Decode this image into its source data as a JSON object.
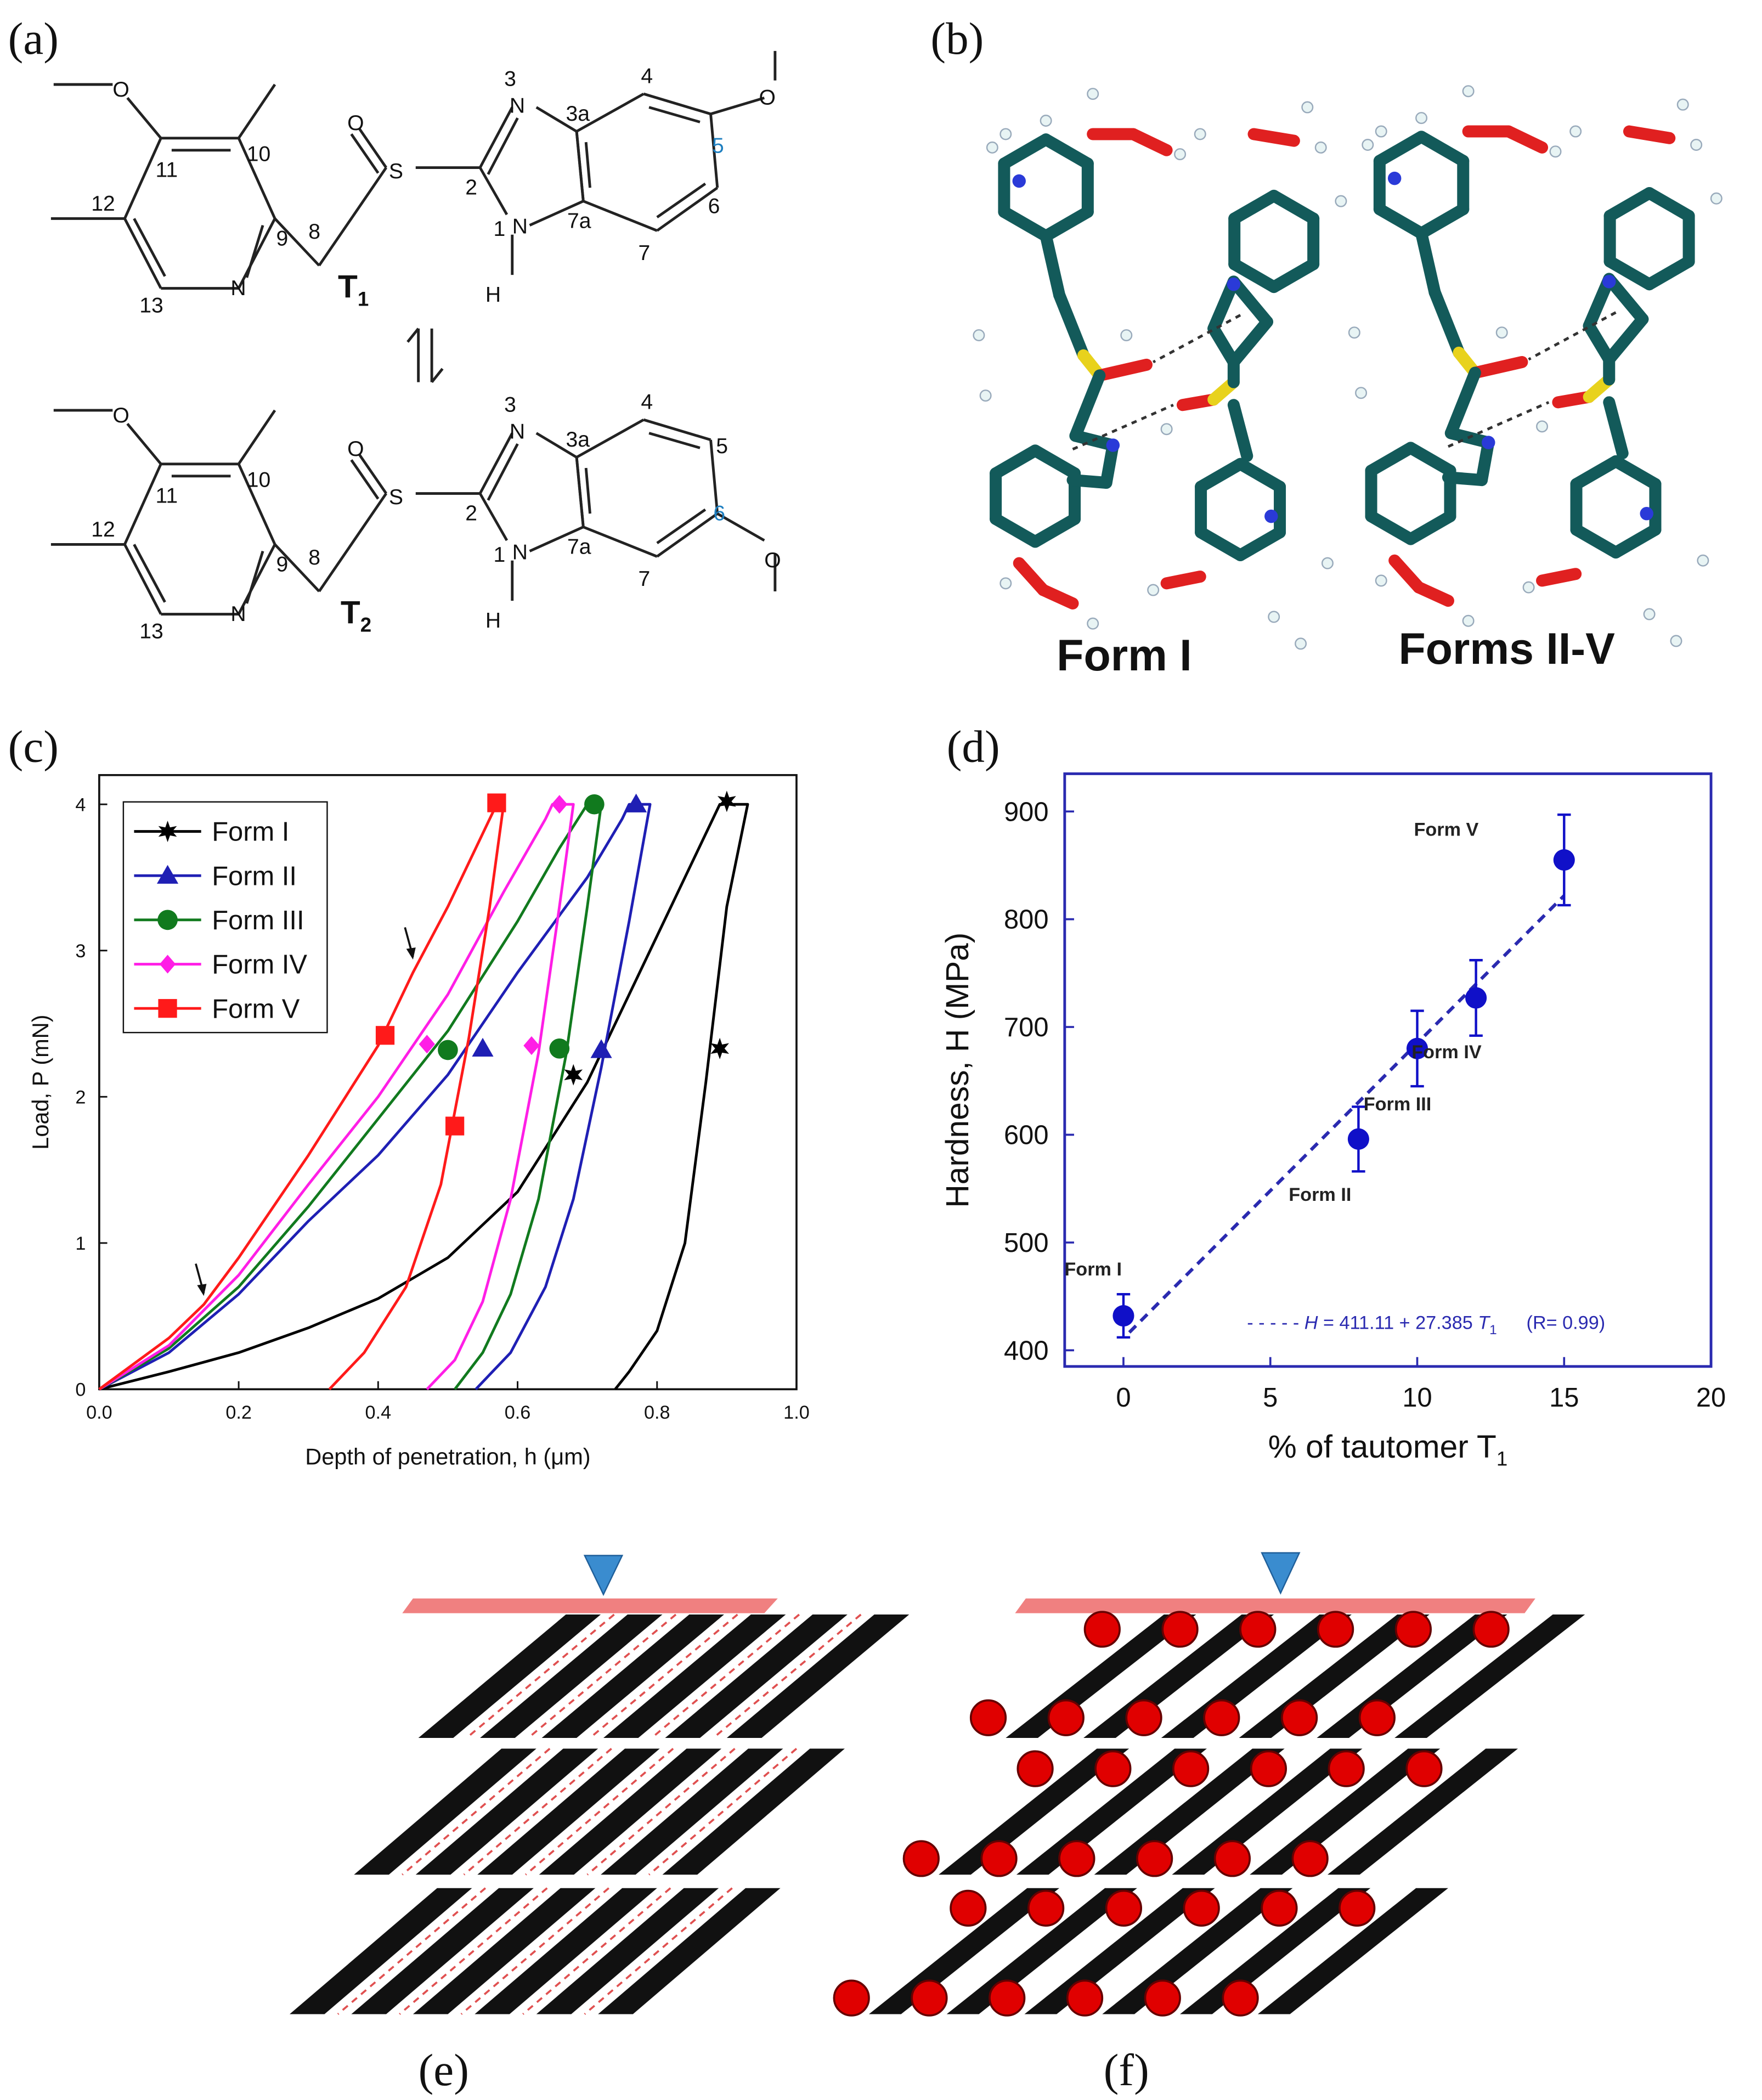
{
  "panel_labels": {
    "a": "(a)",
    "b": "(b)",
    "c": "(c)",
    "d": "(d)",
    "e": "(e)",
    "f": "(f)"
  },
  "panel_a": {
    "tautomer1": {
      "label": "T",
      "sub": "1"
    },
    "tautomer2": {
      "label": "T",
      "sub": "2"
    },
    "atoms": {
      "n3": "N",
      "n1": "N",
      "n_pyr": "N",
      "s": "S",
      "o": "O",
      "h": "H",
      "o_meo_pyr": "O",
      "o_meo_bz": "O"
    },
    "numbers": {
      "n3": "3",
      "n1": "1",
      "c2": "2",
      "c3a": "3a",
      "c7a": "7a",
      "c4": "4",
      "c5": "5",
      "c6": "6",
      "c7": "7",
      "c8": "8",
      "c9": "9",
      "c10": "10",
      "c11": "11",
      "c12": "12",
      "c13": "13"
    }
  },
  "panel_b": {
    "caption_left": "Form I",
    "caption_right": "Forms II-V"
  },
  "panel_c": {
    "chart_data": {
      "type": "line",
      "xlabel": "Depth of penetration, h (μm)",
      "ylabel": "Load, P (mN)",
      "xlim": [
        0.0,
        1.0
      ],
      "ylim": [
        0,
        4.2
      ],
      "xticks": [
        "0.0",
        "0.2",
        "0.4",
        "0.6",
        "0.8",
        "1.0"
      ],
      "yticks": [
        "0",
        "1",
        "2",
        "3",
        "4"
      ],
      "legend_position": "top-left",
      "series": [
        {
          "name": "Form I",
          "color": "#000000",
          "marker": "star",
          "loading": [
            [
              0,
              0
            ],
            [
              0.1,
              0.12
            ],
            [
              0.2,
              0.25
            ],
            [
              0.3,
              0.42
            ],
            [
              0.4,
              0.62
            ],
            [
              0.5,
              0.9
            ],
            [
              0.6,
              1.35
            ],
            [
              0.7,
              2.1
            ],
            [
              0.78,
              2.9
            ],
            [
              0.84,
              3.5
            ],
            [
              0.88,
              3.9
            ],
            [
              0.89,
              4.0
            ]
          ],
          "hold": [
            [
              0.89,
              4.0
            ],
            [
              0.93,
              4.0
            ]
          ],
          "unloading": [
            [
              0.93,
              4.0
            ],
            [
              0.9,
              3.3
            ],
            [
              0.87,
              2.1
            ],
            [
              0.84,
              1.0
            ],
            [
              0.8,
              0.4
            ],
            [
              0.76,
              0.12
            ],
            [
              0.74,
              0
            ]
          ],
          "markers": [
            [
              0.68,
              2.15
            ],
            [
              0.9,
              4.02
            ],
            [
              0.89,
              2.33
            ]
          ]
        },
        {
          "name": "Form II",
          "color": "#1f1fb4",
          "marker": "triangle",
          "loading": [
            [
              0,
              0
            ],
            [
              0.1,
              0.25
            ],
            [
              0.2,
              0.65
            ],
            [
              0.3,
              1.15
            ],
            [
              0.4,
              1.6
            ],
            [
              0.5,
              2.15
            ],
            [
              0.6,
              2.85
            ],
            [
              0.7,
              3.5
            ],
            [
              0.75,
              3.9
            ],
            [
              0.76,
              4.0
            ]
          ],
          "hold": [
            [
              0.76,
              4.0
            ],
            [
              0.79,
              4.0
            ]
          ],
          "unloading": [
            [
              0.79,
              4.0
            ],
            [
              0.76,
              3.2
            ],
            [
              0.72,
              2.2
            ],
            [
              0.68,
              1.3
            ],
            [
              0.64,
              0.7
            ],
            [
              0.59,
              0.25
            ],
            [
              0.54,
              0
            ]
          ],
          "markers": [
            [
              0.55,
              2.33
            ],
            [
              0.72,
              2.32
            ],
            [
              0.77,
              4.0
            ]
          ]
        },
        {
          "name": "Form III",
          "color": "#117a1e",
          "marker": "circle",
          "loading": [
            [
              0,
              0
            ],
            [
              0.1,
              0.28
            ],
            [
              0.2,
              0.7
            ],
            [
              0.3,
              1.25
            ],
            [
              0.4,
              1.85
            ],
            [
              0.5,
              2.45
            ],
            [
              0.6,
              3.2
            ],
            [
              0.66,
              3.7
            ],
            [
              0.7,
              4.0
            ]
          ],
          "hold": [
            [
              0.7,
              4.0
            ],
            [
              0.72,
              4.0
            ]
          ],
          "unloading": [
            [
              0.72,
              4.0
            ],
            [
              0.7,
              3.3
            ],
            [
              0.67,
              2.3
            ],
            [
              0.63,
              1.3
            ],
            [
              0.59,
              0.65
            ],
            [
              0.55,
              0.25
            ],
            [
              0.51,
              0
            ]
          ],
          "markers": [
            [
              0.5,
              2.32
            ],
            [
              0.66,
              2.33
            ],
            [
              0.71,
              4.0
            ]
          ]
        },
        {
          "name": "Form IV",
          "color": "#ff1ee6",
          "marker": "diamond",
          "loading": [
            [
              0,
              0
            ],
            [
              0.1,
              0.3
            ],
            [
              0.2,
              0.78
            ],
            [
              0.3,
              1.4
            ],
            [
              0.4,
              2.0
            ],
            [
              0.5,
              2.7
            ],
            [
              0.58,
              3.4
            ],
            [
              0.64,
              3.9
            ],
            [
              0.65,
              4.0
            ]
          ],
          "hold": [
            [
              0.65,
              4.0
            ],
            [
              0.68,
              4.0
            ]
          ],
          "unloading": [
            [
              0.68,
              4.0
            ],
            [
              0.66,
              3.3
            ],
            [
              0.63,
              2.3
            ],
            [
              0.59,
              1.3
            ],
            [
              0.55,
              0.6
            ],
            [
              0.51,
              0.2
            ],
            [
              0.47,
              0
            ]
          ],
          "markers": [
            [
              0.47,
              2.36
            ],
            [
              0.62,
              2.35
            ],
            [
              0.66,
              4.0
            ]
          ]
        },
        {
          "name": "Form V",
          "color": "#ff1a1a",
          "marker": "square",
          "loading": [
            [
              0,
              0
            ],
            [
              0.1,
              0.35
            ],
            [
              0.15,
              0.58
            ],
            [
              0.2,
              0.9
            ],
            [
              0.3,
              1.6
            ],
            [
              0.4,
              2.35
            ],
            [
              0.45,
              2.85
            ],
            [
              0.5,
              3.3
            ],
            [
              0.55,
              3.8
            ],
            [
              0.57,
              4.0
            ]
          ],
          "hold": [
            [
              0.57,
              4.0
            ],
            [
              0.58,
              4.0
            ]
          ],
          "unloading": [
            [
              0.58,
              4.0
            ],
            [
              0.56,
              3.3
            ],
            [
              0.53,
              2.4
            ],
            [
              0.49,
              1.4
            ],
            [
              0.44,
              0.7
            ],
            [
              0.38,
              0.25
            ],
            [
              0.33,
              0
            ]
          ],
          "markers": [
            [
              0.41,
              2.42
            ],
            [
              0.51,
              1.8
            ],
            [
              0.57,
              4.01
            ]
          ]
        }
      ],
      "arrows": [
        [
          0.15,
          0.62
        ],
        [
          0.45,
          2.92
        ]
      ]
    }
  },
  "panel_d": {
    "chart_data": {
      "type": "scatter",
      "xlabel": "% of tautomer T",
      "xlabel_sub": "1",
      "ylabel": "Hardness, H (MPa)",
      "xlim": [
        -2,
        20
      ],
      "ylim": [
        385,
        935
      ],
      "xticks": [
        "0",
        "5",
        "10",
        "15",
        "20"
      ],
      "yticks": [
        "400",
        "500",
        "600",
        "700",
        "800",
        "900"
      ],
      "points": [
        {
          "label": "Form I",
          "x": 0,
          "y": 432,
          "err": 20
        },
        {
          "label": "Form II",
          "x": 8,
          "y": 596,
          "err": 30
        },
        {
          "label": "Form III",
          "x": 10,
          "y": 680,
          "err": 35
        },
        {
          "label": "Form IV",
          "x": 12,
          "y": 727,
          "err": 35
        },
        {
          "label": "Form V",
          "x": 15,
          "y": 855,
          "err": 42
        }
      ],
      "fit": {
        "intercept": 411.11,
        "slope": 27.385,
        "x_from": 0.2,
        "x_to": 15
      },
      "fit_label": {
        "h": "H",
        "eq": " = 411.11 + 27.385 ",
        "t": "T",
        "sub": "1",
        "r": "(R= 0.99)"
      },
      "frame_color": "#2a2ab0",
      "point_color": "#1010c8"
    }
  }
}
